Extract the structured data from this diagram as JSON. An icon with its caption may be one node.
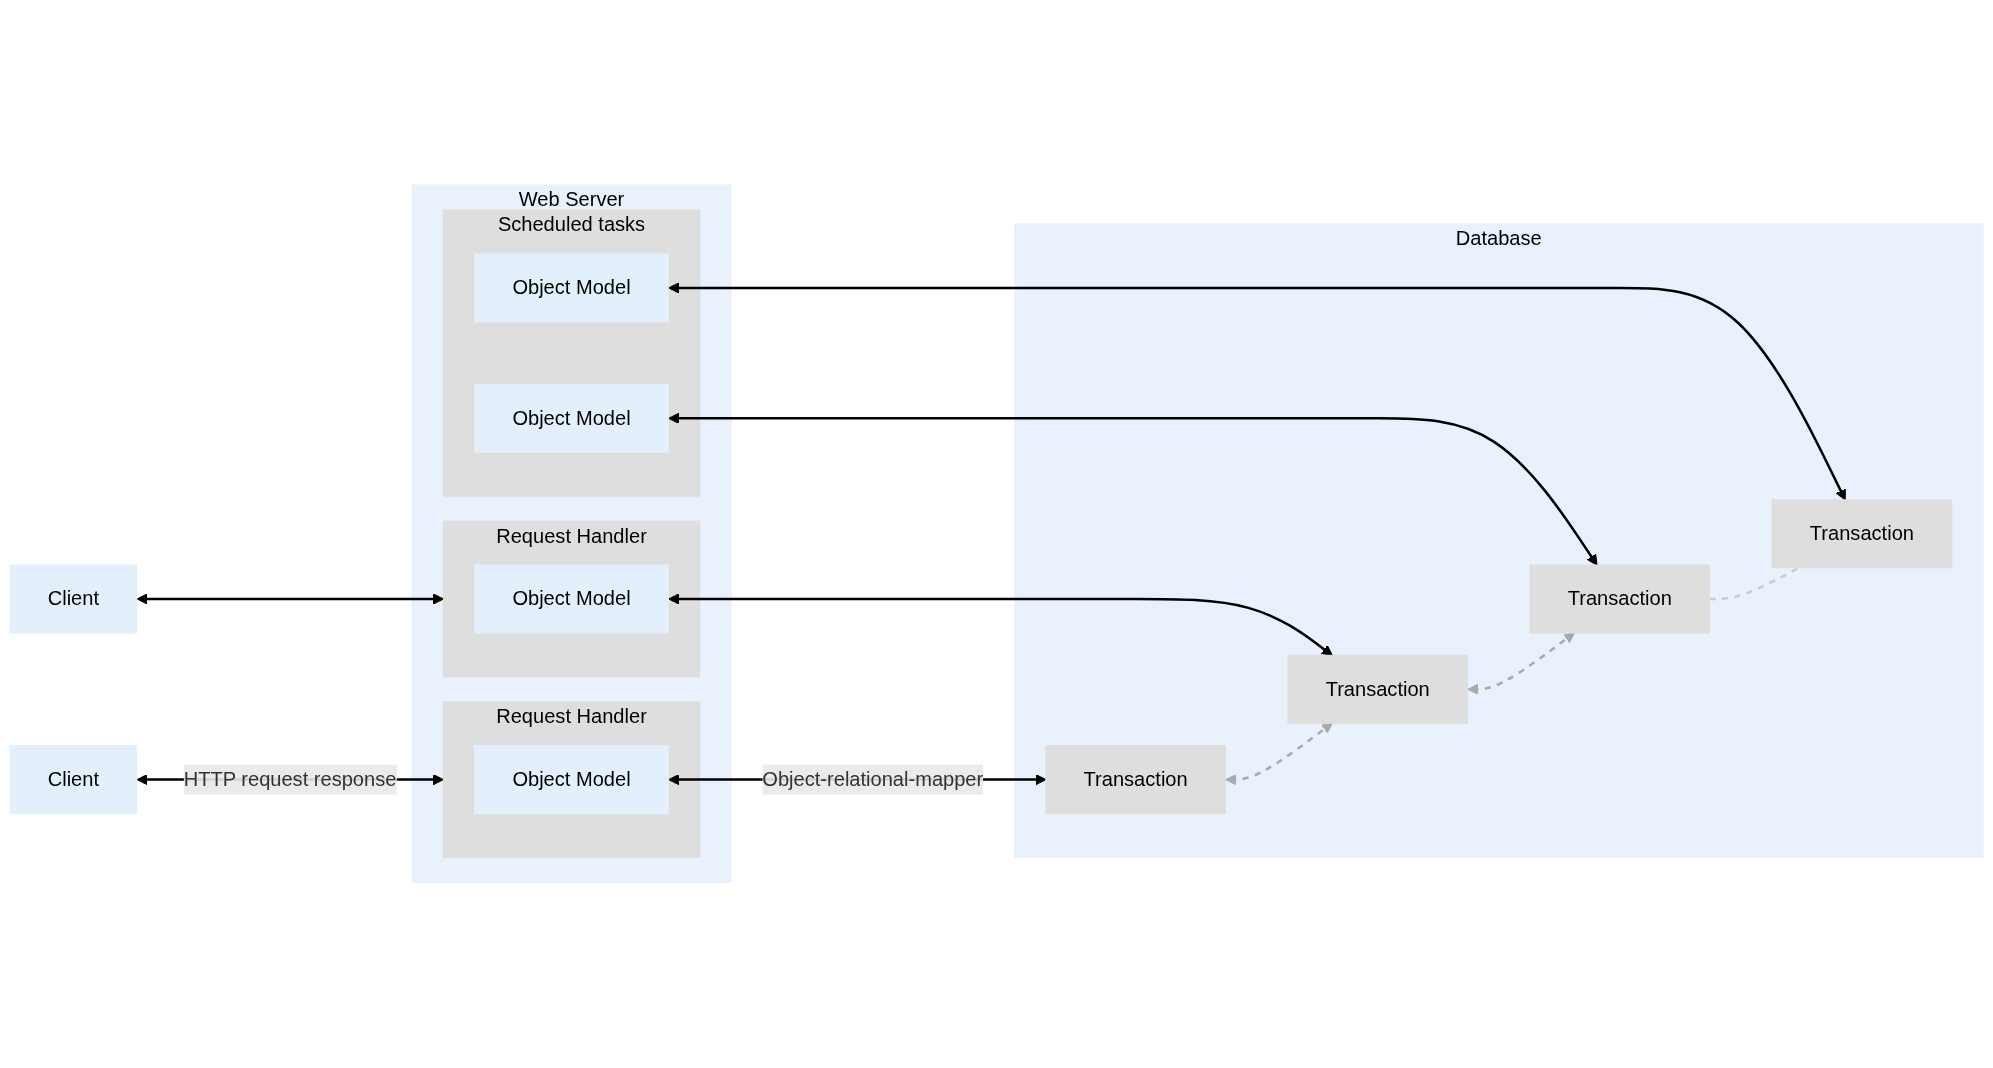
{
  "diagram": {
    "nodes": [
      {
        "text": [
          "Client"
        ]
      },
      {
        "text": [
          "Client"
        ]
      },
      {
        "text": [
          "Web Server"
        ]
      },
      {
        "text": [
          "Request Handler"
        ],
        "in": 2
      },
      {
        "text": [
          "Object Model"
        ],
        "in": 3
      },
      {
        "text": [
          "Request Handler"
        ],
        "in": 2
      },
      {
        "text": [
          "Object Model"
        ],
        "in": 5
      },
      {
        "text": [
          "Scheduled tasks"
        ],
        "in": 2
      },
      {
        "text": [
          "Object Model"
        ],
        "in": 7
      },
      {
        "text": [
          "Object Model"
        ],
        "in": 7
      },
      {
        "text": [
          "Database"
        ]
      },
      {
        "text": [
          "Transaction"
        ],
        "in": 10
      },
      {
        "text": [
          "Transaction"
        ],
        "in": 10
      },
      {
        "text": [
          "Transaction"
        ],
        "in": 10
      },
      {
        "text": [
          "Transaction"
        ],
        "in": 10
      }
    ],
    "edges": [
      {
        "from": 0,
        "to": 3,
        "arrow": "both",
        "label": "HTTP request response"
      },
      {
        "from": 1,
        "to": 5,
        "arrow": "both"
      },
      {
        "from": 4,
        "to": 11,
        "arrow": "both",
        "label": "Object-relational-mapper"
      },
      {
        "from": 6,
        "to": 12,
        "arrow": "both"
      },
      {
        "from": 8,
        "to": 13,
        "arrow": "both"
      },
      {
        "from": 9,
        "to": 14,
        "arrow": "both"
      },
      {
        "from": 11,
        "to": 12,
        "arrow": "both",
        "style": "dashed",
        "color": "#aaaaaa"
      },
      {
        "from": 12,
        "to": 13,
        "arrow": "both",
        "style": "dashed",
        "color": "#aaaaaa"
      },
      {
        "from": 13,
        "to": 14,
        "arrow": "none",
        "style": "dashed",
        "color": "#cccccc"
      }
    ]
  }
}
